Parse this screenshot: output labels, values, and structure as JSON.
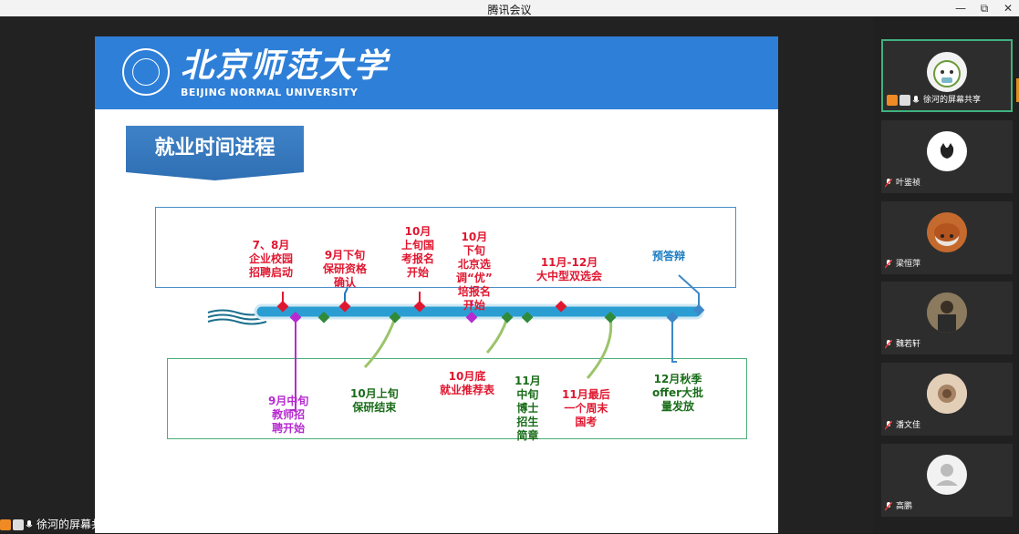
{
  "window": {
    "title": "腾讯会议",
    "controls": [
      "—",
      "⧉",
      "✕"
    ]
  },
  "slide": {
    "logo_cn": "北京师范大学",
    "logo_en": "BEIJING NORMAL UNIVERSITY",
    "title": "就业时间进程",
    "events_top": [
      {
        "lines": [
          "7、8月",
          "企业校园",
          "招聘启动"
        ],
        "color": "red"
      },
      {
        "lines": [
          "9月下旬",
          "保研资格",
          "确认"
        ],
        "color": "red"
      },
      {
        "lines": [
          "10月",
          "上旬国",
          "考报名",
          "开始"
        ],
        "color": "red"
      },
      {
        "lines": [
          "10月",
          "下旬",
          "北京选",
          "调“优”",
          "培报名",
          "开始"
        ],
        "color": "red"
      },
      {
        "lines": [
          "11月-12月",
          "大中型双选会"
        ],
        "color": "red"
      },
      {
        "lines": [
          "预答辩"
        ],
        "color": "blue"
      }
    ],
    "events_bottom": [
      {
        "lines": [
          "9月中旬",
          "教师招",
          "聘开始"
        ],
        "color": "purple"
      },
      {
        "lines": [
          "10月上旬",
          "保研结束"
        ],
        "color": "green"
      },
      {
        "lines": [
          "10月底",
          "就业推荐表"
        ],
        "color": "red"
      },
      {
        "lines": [
          "11月",
          "中旬",
          "博士",
          "招生",
          "简章"
        ],
        "color": "green"
      },
      {
        "lines": [
          "11月最后",
          "一个周末",
          "国考"
        ],
        "color": "red"
      },
      {
        "lines": [
          "12月秋季",
          "offer大批",
          "量发放"
        ],
        "color": "green"
      }
    ]
  },
  "colors": {
    "red": "#e01730",
    "purple": "#b62bd0",
    "green": "#1a6d1a",
    "blue": "#1a7bc0",
    "active_border": "#3fb27f"
  },
  "participants": [
    {
      "name": "徐河的屏幕共享",
      "icon": "cartoon-avatar-icon",
      "active": true
    },
    {
      "name": "叶鉴祯",
      "icon": "cat-avatar-icon",
      "active": false
    },
    {
      "name": "梁恒萍",
      "icon": "red-panda-avatar-icon",
      "active": false
    },
    {
      "name": "魏若轩",
      "icon": "photo-avatar-icon",
      "active": false
    },
    {
      "name": "潘文佳",
      "icon": "photo-avatar-icon",
      "active": false
    },
    {
      "name": "高鹏",
      "icon": "default-user-icon",
      "active": false
    }
  ],
  "share_label": "徐河的屏幕共享"
}
